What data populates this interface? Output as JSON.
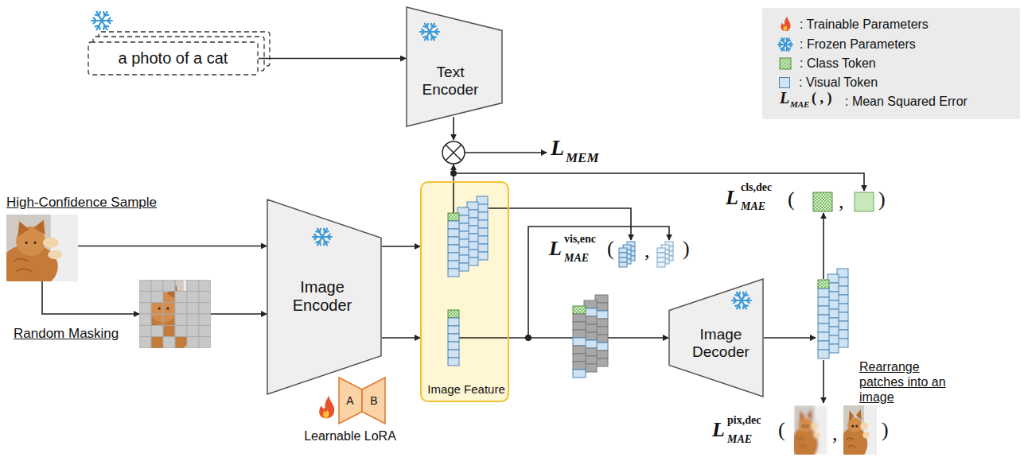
{
  "diagram": {
    "nodes": [
      {
        "text": [
          "a photo of a cat"
        ]
      },
      {
        "text": [
          "Text Encoder"
        ]
      },
      {
        "text": [
          "High-Confidence Sample"
        ]
      },
      {
        "text": [
          "Random Masking"
        ]
      },
      {
        "text": [
          "Image Encoder"
        ]
      },
      {
        "text": [
          "A",
          "B",
          "Learnable LoRA"
        ],
        "in": 4
      },
      {
        "text": [
          "Image Feature"
        ]
      },
      {
        "text": [
          "Image Decoder"
        ]
      }
    ],
    "edges": [
      {
        "from": 0,
        "to": 1,
        "arrow": "to"
      },
      {
        "from": 2,
        "to": 4,
        "arrow": "to"
      },
      {
        "from": 2,
        "to": 3,
        "arrow": "to"
      },
      {
        "from": 3,
        "to": 4,
        "arrow": "to"
      },
      {
        "from": 4,
        "to": 6,
        "arrow": "to"
      },
      {
        "from": 4,
        "to": 6,
        "arrow": "to"
      },
      {
        "from": 6,
        "to": 7,
        "arrow": "to"
      }
    ],
    "labels": [
      "L",
      "MEM",
      "L",
      "vis,enc",
      "MAE",
      "(",
      ",",
      ")",
      "L",
      "cls,dec",
      "MAE",
      "(",
      ",",
      ")",
      "Rearrange patches into an image",
      "L",
      "pix,dec",
      "MAE",
      "(",
      ",",
      ")",
      "L",
      "MAE",
      "( , )"
    ],
    "legend": [
      {
        "text": ": Trainable Parameters"
      },
      {
        "text": ": Frozen Parameters"
      },
      {
        "text": ": Class Token"
      },
      {
        "text": ": Visual Token",
        "color": "#cfe3f3"
      },
      {
        "text": ": Mean Squared Error"
      }
    ]
  }
}
